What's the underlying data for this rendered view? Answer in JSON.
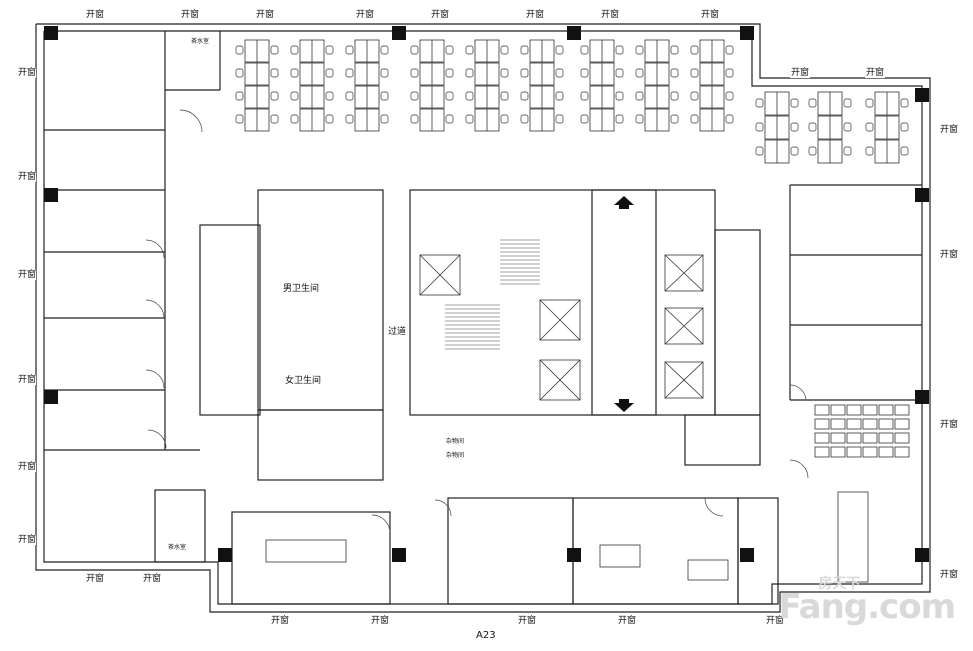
{
  "plan": {
    "caption": "A23",
    "window_label": "开窗",
    "rooms": {
      "mens_restroom": "男卫生间",
      "womens_restroom": "女卫生间",
      "corridor": "过道",
      "tea_room_top": "茶水室",
      "tea_room_bottom": "茶水室",
      "storage_1": "杂物间",
      "storage_2": "杂物间"
    },
    "watermark": {
      "text": "Fang.com",
      "cn": "房天下"
    }
  }
}
